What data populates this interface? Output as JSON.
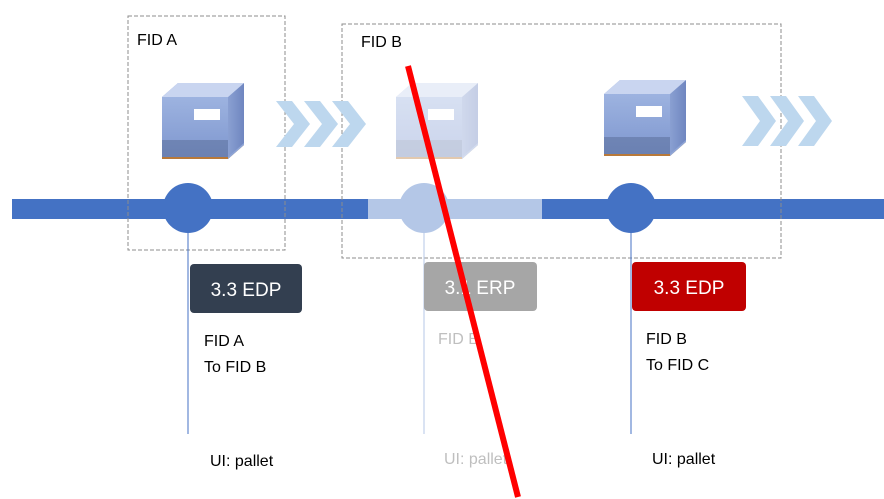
{
  "groups": {
    "fid_a": "FID A",
    "fid_b": "FID B"
  },
  "steps": [
    {
      "badge": "3.3 EDP",
      "badge_color": "#333f50",
      "description": [
        "FID A",
        "To FID B"
      ],
      "ui": "UI: pallet",
      "state": "active"
    },
    {
      "badge": "3.1 ERP",
      "badge_color": "#a6a6a6",
      "description": [
        "FID B"
      ],
      "ui": "UI: pallet",
      "state": "struck-out"
    },
    {
      "badge": "3.3 EDP",
      "badge_color": "#c00000",
      "description": [
        "FID B",
        "To FID C"
      ],
      "ui": "UI: pallet",
      "state": "active"
    }
  ],
  "colors": {
    "timeline": "#4472c4",
    "timeline_faded": "#b4c7e7",
    "chevron": "#bdd7ee",
    "strike_line": "#ff0000",
    "group_border": "#8c8c8c",
    "text": "#000000",
    "text_faded": "#bfbfbf"
  },
  "icons": [
    "pallet-box-icon",
    "chevron-arrow-icon",
    "timeline-node-icon"
  ]
}
